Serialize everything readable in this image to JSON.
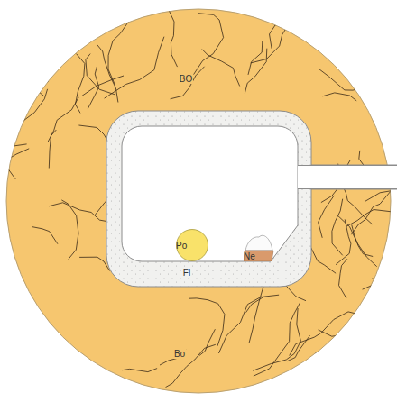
{
  "diagram": {
    "nodes": [
      {
        "text": [
          "Po"
        ]
      },
      {
        "text": [
          "Ne"
        ]
      }
    ],
    "labels": [
      "BO",
      "Fi",
      "Bo"
    ]
  }
}
